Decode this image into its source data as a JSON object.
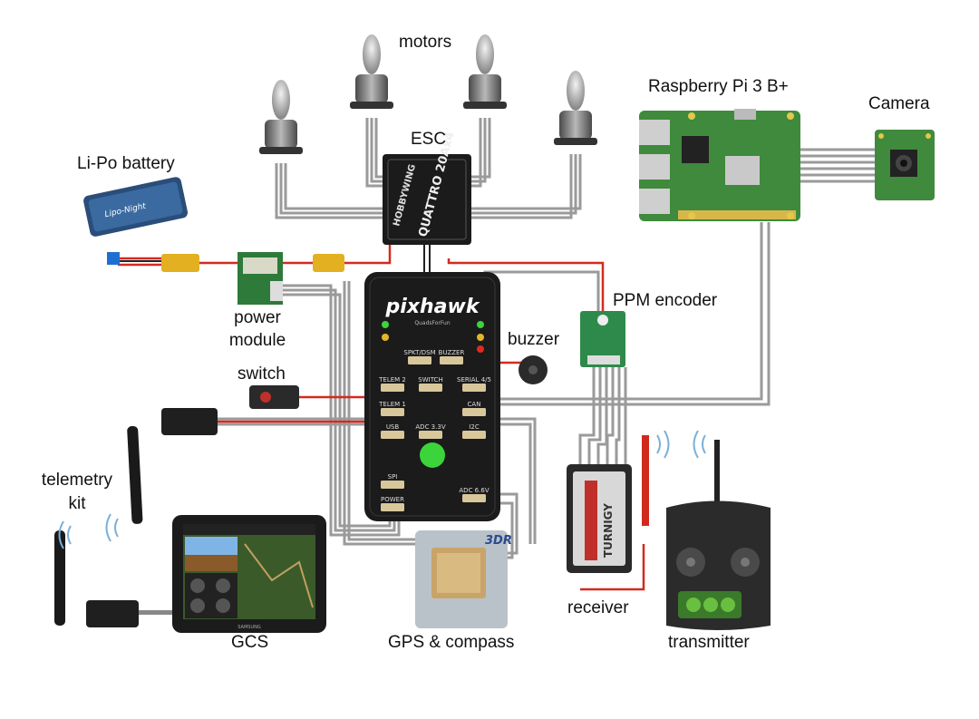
{
  "labels": {
    "motors": "motors",
    "esc": "ESC",
    "lipo": "Li-Po battery",
    "power_module_line1": "power",
    "power_module_line2": "module",
    "switch": "switch",
    "telemetry_line1": "telemetry",
    "telemetry_line2": "kit",
    "gcs": "GCS",
    "gps": "GPS & compass",
    "receiver": "receiver",
    "transmitter": "transmitter",
    "buzzer": "buzzer",
    "ppm": "PPM encoder",
    "rpi": "Raspberry Pi 3 B+",
    "camera": "Camera"
  },
  "device_text": {
    "pixhawk_brand": "pixhawk",
    "pixhawk_sub": "QuadsForFun",
    "esc_brand": "HOBBYWING",
    "esc_model": "QUATTRO 20Ax4",
    "battery_brand": "Lipo-Night",
    "gps_brand": "3DR",
    "receiver_brand": "TURNIGY",
    "gcs_brand": "SAMSUNG"
  },
  "pixhawk_ports": [
    "SPKT/DSM",
    "BUZZER",
    "TELEM 2",
    "SWITCH",
    "SERIAL 4/5",
    "TELEM 1",
    "CAN",
    "USB",
    "ADC 3.3V",
    "I2C",
    "SPI",
    "POWER",
    "ADC 6.6V"
  ],
  "colors": {
    "power_wire": "#d42a1f",
    "signal_wire": "#9a9a9a",
    "board_black": "#1b1b1b",
    "rpi_green": "#3f8a3c",
    "led_green": "#3bd43b",
    "battery_blue": "#2a4d7a",
    "xt60_yellow": "#e2b021"
  }
}
